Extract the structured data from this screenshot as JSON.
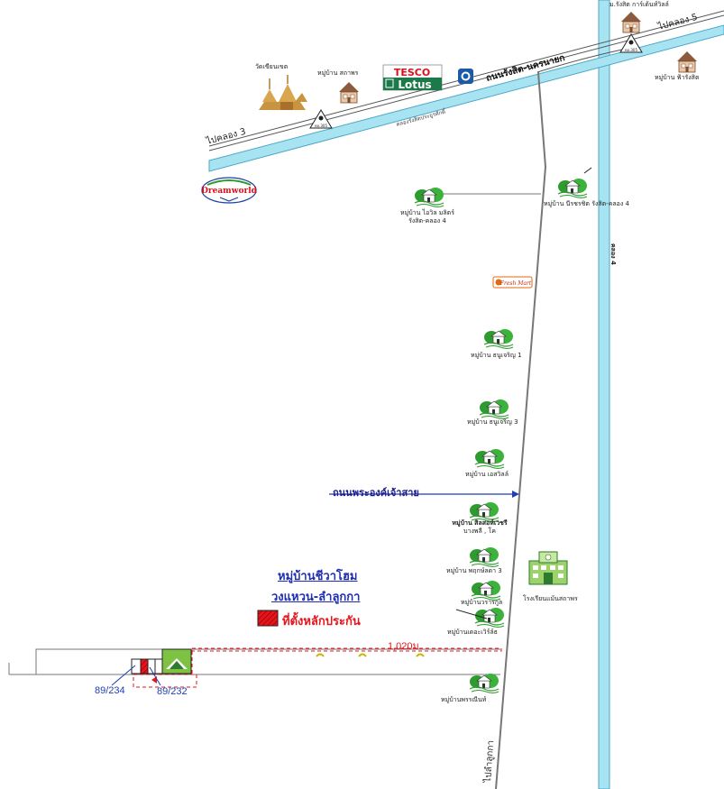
{
  "map": {
    "title_line1": "หมู่บ้านชีวาโฮม",
    "title_line2": "วงแหวน-ลำลูกกา",
    "legend_label": "ที่ตั้งหลักประกัน",
    "roads": {
      "main_road": "ถนนรังสิต-นครนายก",
      "canal_road": "คลองรังสิตประยูรศักดิ์",
      "to_khlong3": "ไปคลอง 3",
      "to_khlong5": "ไปคลอง 5",
      "khlong4": "คลอง 4",
      "cross_road": "ถนนพระองค์เจ้าสาย",
      "to_lamlukka": "ไปลำลูกกา",
      "distance": "1,020ม."
    },
    "landmarks": {
      "temple": "วัดเขียนเขต",
      "tesco_top": "TESCO",
      "tesco_bottom": "Lotus",
      "dreamworld": "Dreamworld",
      "grocery": "Fresh Mart",
      "school": "โรงเรียนแม้นสถาพร"
    },
    "villages": [
      "หมู่บ้าน สถาพร",
      "ม.รังสิต การ์เด้นท์วิลล์",
      "หมู่บ้าน ฟ้ารังสิต",
      "หมู่บ้าน ไอวิล มลิตร์",
      "รังสิต-คลอง 4",
      "หมู่บ้าน นีรชรชิต รังสิต-คลอง 4",
      "หมู่บ้าน ธนูเจริญ 1",
      "หมู่บ้าน ธนูเจริญ 3",
      "หมู่บ้าน เอสวิลล์",
      "หมู่บ้าน สิลสอห์เวชรี",
      "บางพลี , โค",
      "หมู่บ้าน พฤกษ์ลดา 3",
      "หมู่บ้านวรารกูล",
      "หมู่บ้านเดอะเวิร์ล์ธ",
      "หมู่บ้านพรรณีนท์"
    ],
    "lots": [
      "89/234",
      "89/232"
    ],
    "shield_text": "ทล.305",
    "colors": {
      "canal": "#a8e3f2",
      "canal_edge": "#4aa8c8",
      "road": "#777777",
      "title_blue": "#1f2fb0",
      "marker_red": "#e8141c",
      "tree_green": "#2e9b2e"
    }
  }
}
